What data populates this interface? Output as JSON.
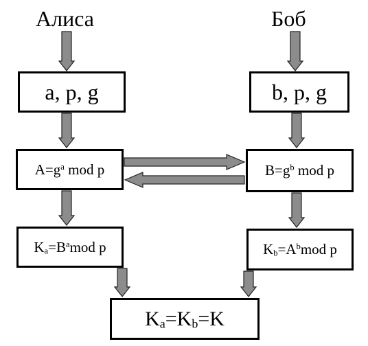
{
  "participants": {
    "alice": "Алиса",
    "bob": "Боб"
  },
  "boxes": {
    "alice_params": "a, p, g",
    "bob_params": "b, p, g",
    "alice_public": {
      "lhs": "A=g",
      "exp": "a",
      "rest": " mod p"
    },
    "bob_public": {
      "lhs": "B=g",
      "exp": "b",
      "rest": " mod p"
    },
    "alice_key": {
      "k": "K",
      "sub": "a",
      "eq": "=B",
      "exp": "a",
      "rest": "mod p"
    },
    "bob_key": {
      "k": "K",
      "sub": "b",
      "eq": "=A",
      "exp": "b",
      "rest": "mod p"
    },
    "shared": {
      "k1": "K",
      "sub1": "a",
      "eq1": "=K",
      "sub2": "b",
      "eq2": "=K"
    }
  },
  "colors": {
    "arrow_fill": "#8c8c8c",
    "arrow_stroke": "#222222",
    "box_border": "#000000"
  }
}
